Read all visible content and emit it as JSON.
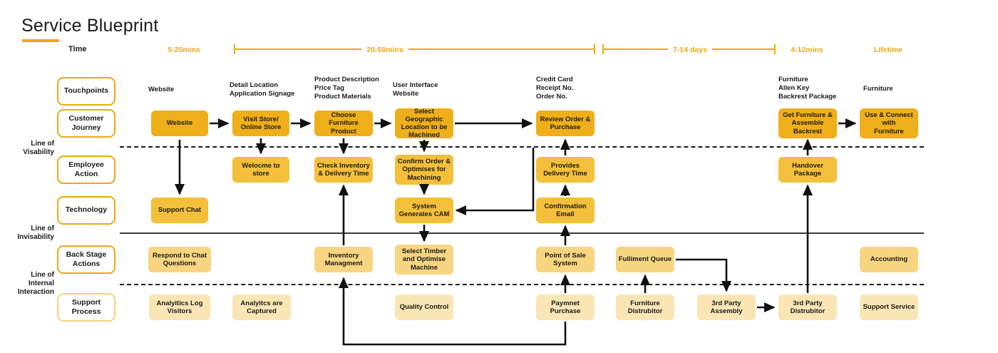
{
  "header": {
    "title": "Service Blueprint",
    "accent_color": "#EFA80E"
  },
  "time_axis": {
    "label": "Time",
    "segments": [
      {
        "text": "5-25mins",
        "bracket": false
      },
      {
        "text": "20-50mins",
        "bracket": true
      },
      {
        "text": "7-14 days",
        "bracket": true
      },
      {
        "text": "4-12mins",
        "bracket": false
      },
      {
        "text": "Lifetime",
        "bracket": false
      }
    ]
  },
  "lanes": [
    {
      "name": "touchpoints",
      "label": "Touchpoints"
    },
    {
      "name": "customer-journey",
      "label": "Customer\nJourney"
    },
    {
      "name": "employee-action",
      "label": "Employee\nAction"
    },
    {
      "name": "technology",
      "label": "Technology"
    },
    {
      "name": "back-stage",
      "label": "Back Stage\nActions"
    },
    {
      "name": "support-process",
      "label": "Support\nProcess"
    }
  ],
  "lane_labels": {
    "touchpoints": "Touchpoints",
    "customer_journey": "Customer\nJourney",
    "employee_action": "Employee\nAction",
    "technology": "Technology",
    "back_stage": "Back Stage\nActions",
    "support_process": "Support\nProcess"
  },
  "divider_lines": [
    {
      "name": "line-of-visability",
      "label": "Line of\nVisability",
      "style": "dashed"
    },
    {
      "name": "line-of-invisability",
      "label": "Line of\nInvisability",
      "style": "solid"
    },
    {
      "name": "line-of-internal-interaction",
      "label": "Line of\nInternal\nInteraction",
      "style": "dashed"
    }
  ],
  "touchpoints": [
    {
      "name": "touchpoint-website",
      "text": "Website"
    },
    {
      "name": "touchpoint-detail",
      "text": "Detail Location\nApplication Signage"
    },
    {
      "name": "touchpoint-product",
      "text": "Product Description\nPrice Tag\nProduct Materials"
    },
    {
      "name": "touchpoint-ui",
      "text": "User Interface\nWebsite"
    },
    {
      "name": "touchpoint-credit",
      "text": "Credit Card\nReceipt No.\nOrder No."
    },
    {
      "name": "touchpoint-furniture-pkg",
      "text": "Furniture\nAllen Key\nBackrest Package"
    },
    {
      "name": "touchpoint-furniture",
      "text": "Furniture"
    }
  ],
  "customer_journey": [
    {
      "name": "website",
      "text": "Website"
    },
    {
      "name": "visit-store",
      "text": "Visit Store/\nOnline Store"
    },
    {
      "name": "choose-product",
      "text": "Choose Furniture\nProduct"
    },
    {
      "name": "select-location",
      "text": "Select Geographic\nLocation to be\nMachined"
    },
    {
      "name": "review-order",
      "text": "Review Order &\nPurchase"
    },
    {
      "name": "get-furniture",
      "text": "Get Furniture &\nAssemble\nBackrest"
    },
    {
      "name": "use-connect",
      "text": "Use & Connect\nwith\nFurniture"
    }
  ],
  "employee_action": [
    {
      "name": "welcome-to-store",
      "text": "Welocme to\nstore"
    },
    {
      "name": "check-inventory",
      "text": "Check Inventory\n& Deilvery Time"
    },
    {
      "name": "confirm-order",
      "text": "Confirm Order &\nOptimises for\nMachining"
    },
    {
      "name": "provides-delivery",
      "text": "Provides\nDelivery Time"
    },
    {
      "name": "handover-package",
      "text": "Handover\nPackage"
    }
  ],
  "technology": [
    {
      "name": "support-chat",
      "text": "Support Chat"
    },
    {
      "name": "system-generates-cam",
      "text": "System\nGenerates CAM"
    },
    {
      "name": "confirmation-email",
      "text": "Confirmation\nEmail"
    }
  ],
  "back_stage": [
    {
      "name": "respond-to-chat",
      "text": "Respond to Chat\nQuestions"
    },
    {
      "name": "inventory-management",
      "text": "Inventory\nManagment"
    },
    {
      "name": "select-timber",
      "text": "Select Timber\nand Optimise\nMachine"
    },
    {
      "name": "point-of-sale",
      "text": "Point of Sale\nSystem"
    },
    {
      "name": "fulliment-queue",
      "text": "Fulliment Queue"
    },
    {
      "name": "accounting",
      "text": "Accounting"
    }
  ],
  "support_process": [
    {
      "name": "analytics-log",
      "text": "Analyitics Log\nVisitors"
    },
    {
      "name": "analytics-captured",
      "text": "Analyitcs are\nCaptured"
    },
    {
      "name": "quality-control",
      "text": "Quality Control"
    },
    {
      "name": "payment-purchase",
      "text": "Paymnet\nPurchase"
    },
    {
      "name": "furniture-distributor",
      "text": "Furniture\nDistrubitor"
    },
    {
      "name": "third-party-assembly",
      "text": "3rd Party\nAssembly"
    },
    {
      "name": "third-party-distributor",
      "text": "3rd Party\nDistrubitor"
    },
    {
      "name": "support-service",
      "text": "Support Service"
    }
  ],
  "colors": {
    "journey": "#EFAF18",
    "employee": "#F4BF3A",
    "technology": "#F4BF3A",
    "back_stage": "#F7D581",
    "support_process": "#FAE5B5",
    "accent": "#EFA80E",
    "text": "#1b1b1b"
  }
}
